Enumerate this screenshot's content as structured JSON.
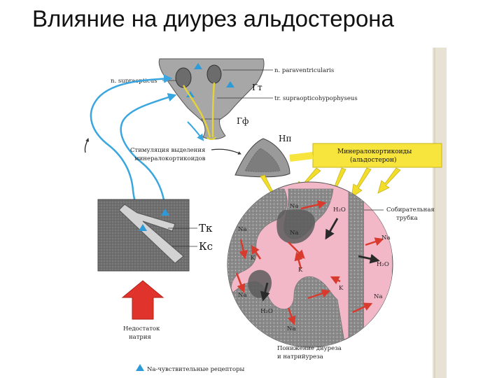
{
  "slide": {
    "title": "Влияние на диурез альдостерона"
  },
  "diagram": {
    "labels": {
      "n_paraventricularis": "n. paraventricularis",
      "n_supraopticus": "n. supraopticus",
      "gt": "Гт",
      "tr_supraopticohypophyseus": "tr. supraopticohypophyseus",
      "gf": "Гф",
      "np": "Нп",
      "stimulation_1": "Стимуляция выделения",
      "stimulation_2": "минералокортикоидов",
      "mineralo_1": "Минералокортикоиды",
      "mineralo_2": "(альдостерон)",
      "tk": "Тк",
      "ks": "Кс",
      "deficit_1": "Недостаток",
      "deficit_2": "натрия",
      "collecting_1": "Собирательная",
      "collecting_2": "трубка",
      "decrease_1": "Понижение диуреза",
      "decrease_2": "и натрийуреза",
      "legend": "Na-чувствительные рецепторы"
    },
    "ions": {
      "na": "Na",
      "k": "K",
      "h2o": "H₂O"
    },
    "colors": {
      "hypothalamus": "#a7a7a7",
      "tracts": "#e3d23a",
      "nerves": "#3aa6e0",
      "receptor": "#2e9ad8",
      "adrenal": "#9a9a9a",
      "tissue": "#6e6e6e",
      "vessel": "#d3d3d3",
      "hormone_box": "#f7e43c",
      "hormone_arrow": "#f2de2a",
      "lumen": "#f2b8c8",
      "sodium_arrow": "#d93a2e",
      "water_arrow": "#2a2a2a",
      "deficit_arrow": "#e0332b",
      "page_strip": "#e8e2d4"
    }
  }
}
